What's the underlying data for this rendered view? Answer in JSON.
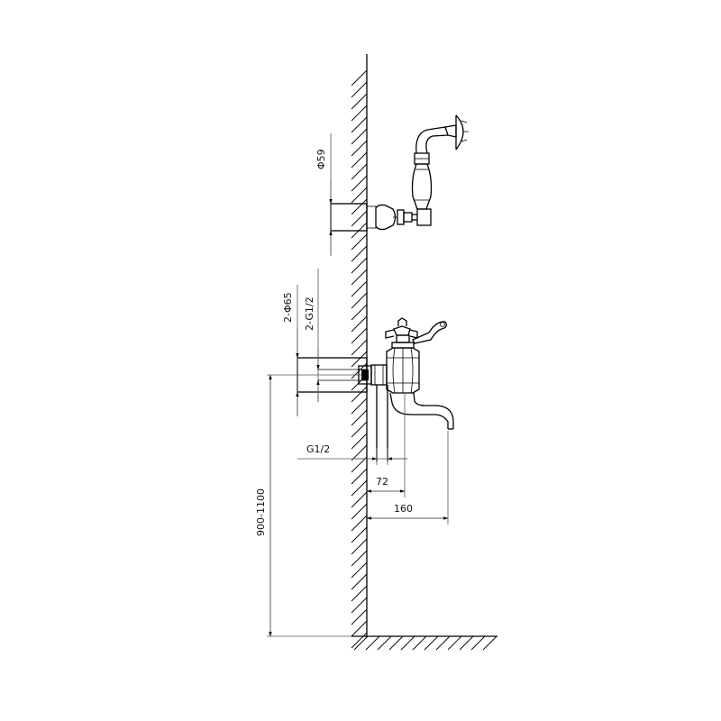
{
  "labels": {
    "handshower_diameter": "Φ59",
    "inlet_diameter": "2-Φ65",
    "inlet_thread_top": "2-G1/2",
    "inlet_thread": "G1/2",
    "wall_offset": "72",
    "spout_projection": "160",
    "mounting_height": "900-1100"
  }
}
